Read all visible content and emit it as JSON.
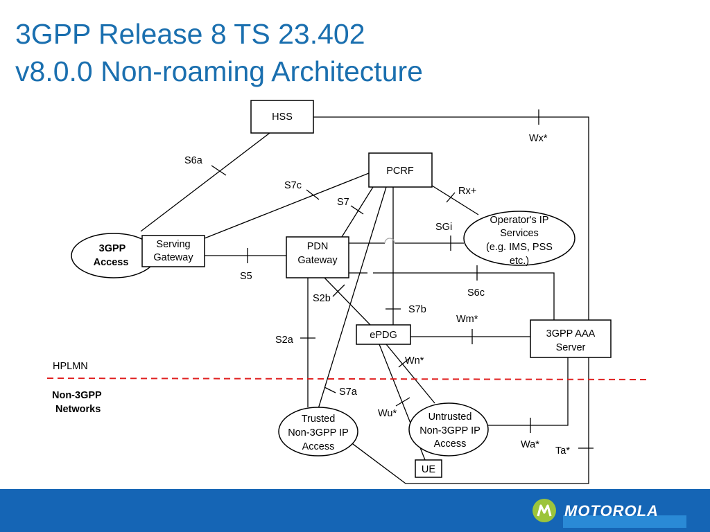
{
  "title": {
    "line1": "3GPP Release 8 TS 23.402",
    "line2": "v8.0.0 Non-roaming Architecture"
  },
  "nodes": {
    "hss": "HSS",
    "pcrf": "PCRF",
    "serving_gateway": [
      "Serving",
      "Gateway"
    ],
    "pdn_gateway": [
      "PDN",
      "Gateway"
    ],
    "access_3gpp": [
      "3GPP",
      "Access"
    ],
    "operator_ip": [
      "Operator's IP",
      "Services",
      "(e.g. IMS, PSS",
      "etc.)"
    ],
    "epdg": "ePDG",
    "aaa_server": [
      "3GPP AAA",
      "Server"
    ],
    "trusted_access": [
      "Trusted",
      "Non-3GPP IP",
      "Access"
    ],
    "untrusted_access": [
      "Untrusted",
      "Non-3GPP IP",
      "Access"
    ],
    "ue": "UE"
  },
  "interfaces": {
    "s6a": "S6a",
    "wx": "Wx*",
    "s7c": "S7c",
    "rx": "Rx+",
    "s7": "S7",
    "sgi": "SGi",
    "s5": "S5",
    "s2b": "S2b",
    "s6c": "S6c",
    "s7b": "S7b",
    "wm": "Wm*",
    "s2a": "S2a",
    "wn": "Wn*",
    "s7a": "S7a",
    "wu": "Wu*",
    "wa": "Wa*",
    "ta": "Ta*"
  },
  "regions": {
    "hplmn": "HPLMN",
    "non3gpp": [
      "Non-3GPP",
      "Networks"
    ]
  },
  "colors": {
    "title": "#1a6faf",
    "boundary": "#e02020",
    "footer": "#1565b5",
    "logo": "#9cc43b"
  },
  "footer": {
    "brand": "MOTOROLA"
  }
}
